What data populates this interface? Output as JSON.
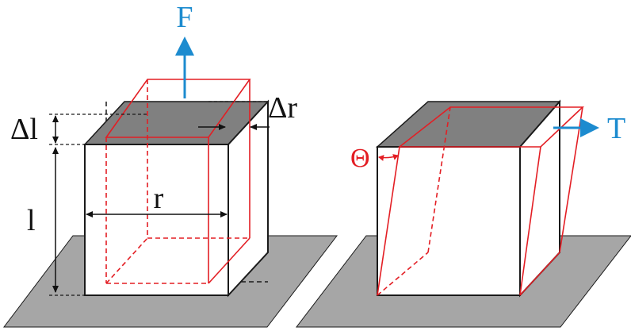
{
  "labels": {
    "force": "F",
    "delta_r": "Δr",
    "delta_l": "Δl",
    "length": "l",
    "width": "r",
    "angle": "Θ",
    "torque": "T"
  },
  "colors": {
    "ground": "#a6a6a6",
    "top_face": "#808080",
    "outline": "#1a1a1a",
    "deformed": "#e31e24",
    "arrow": "#1c8bcf",
    "background": "#ffffff"
  },
  "icons": {
    "force_arrow": "arrow-up-icon",
    "torque_arrow": "arrow-right-icon",
    "dimension_arrow": "double-arrow-icon"
  }
}
